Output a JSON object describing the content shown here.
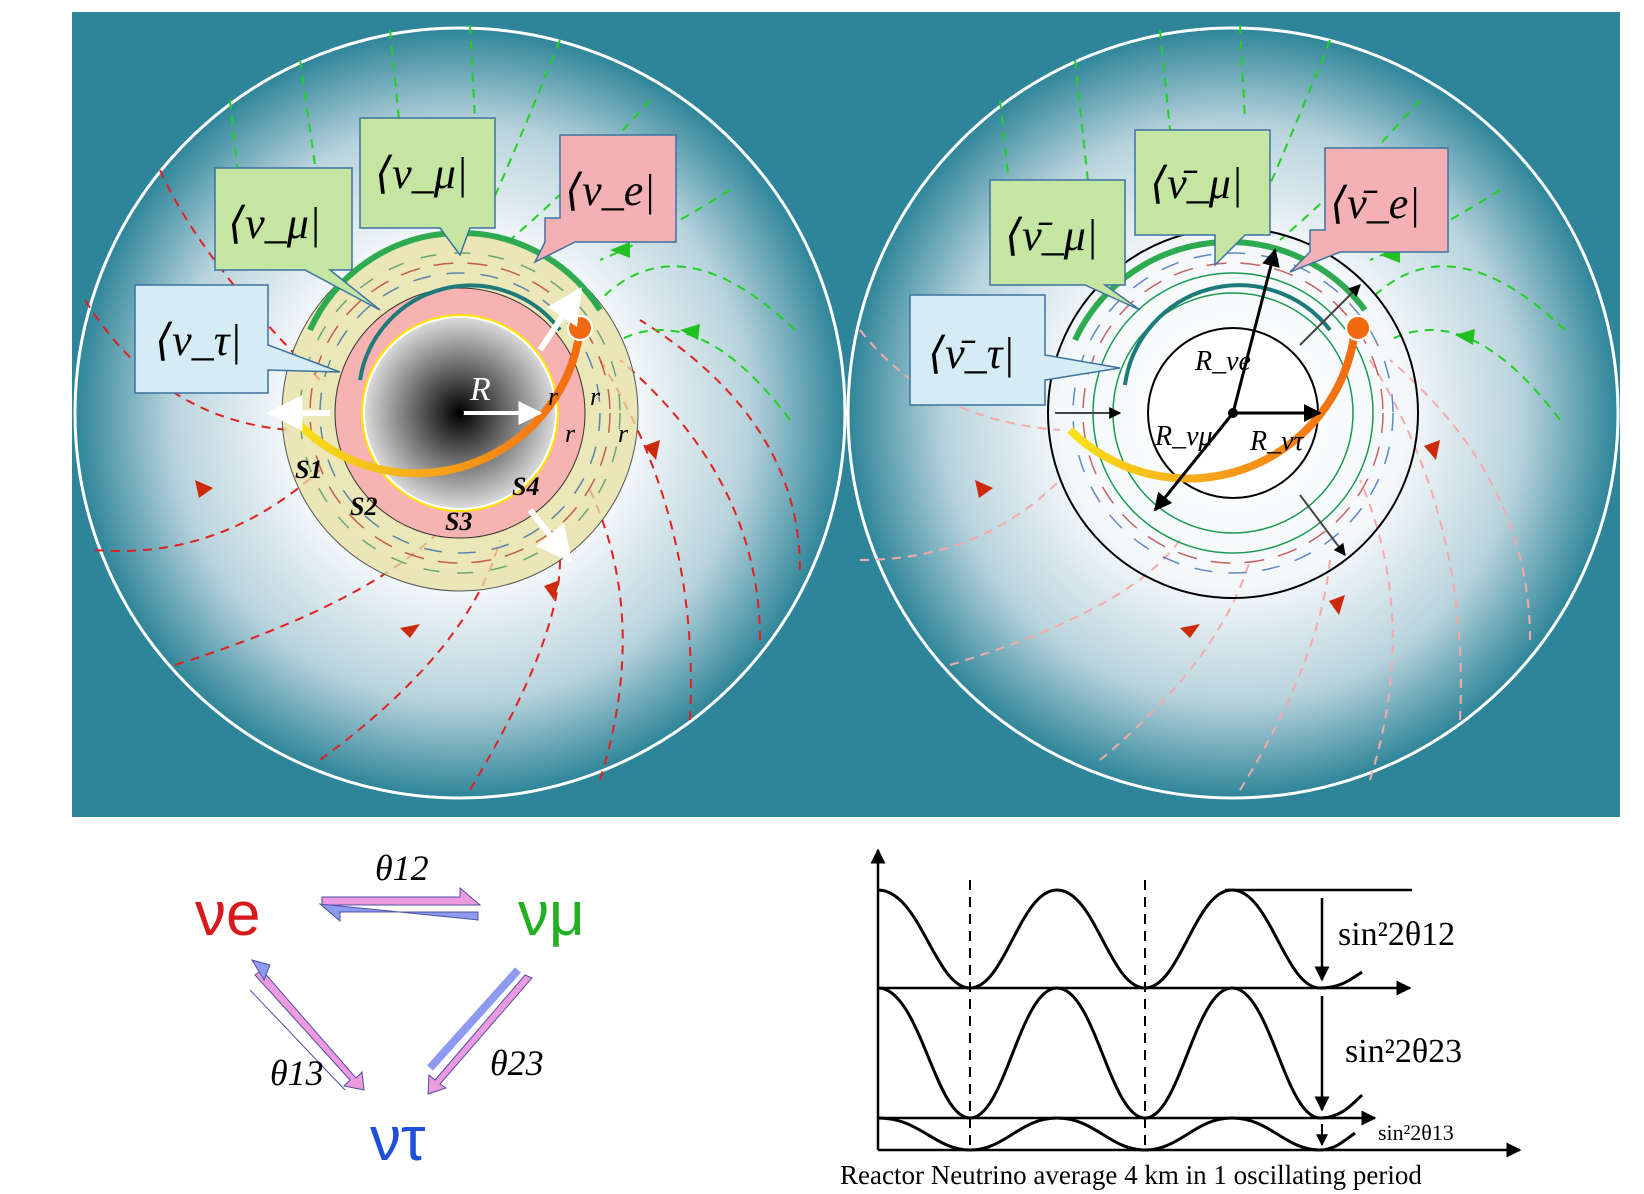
{
  "colors": {
    "panel_bg": "#2E8599",
    "electron_red": "#D7191C",
    "muon_green": "#22B022",
    "tau_blue": "#1E4FD8",
    "callout_green": "#C5E6A3",
    "callout_pink": "#F5B0B5",
    "callout_blue": "#D6ECF5"
  },
  "left_disk": {
    "label_mu_outer": "⟨ν_μ|",
    "label_mu_inner": "⟨ν_μ|",
    "label_e": "⟨ν_e|",
    "label_tau": "⟨ν_τ|",
    "radius_label": "R",
    "r_labels": [
      "r",
      "r",
      "r",
      "r"
    ],
    "sector_labels": [
      "S1",
      "S2",
      "S3",
      "S4"
    ]
  },
  "right_disk": {
    "label_mu_outer": "⟨ν̄_μ|",
    "label_mu_inner": "⟨ν̄_μ|",
    "label_e": "⟨ν̄_e|",
    "label_tau": "⟨ν̄_τ|",
    "r_e": "R_νe",
    "r_mu": "R_νμ",
    "r_tau": "R_ντ"
  },
  "triangle": {
    "nu_e": "νe",
    "nu_mu": "νμ",
    "nu_tau": "ντ",
    "theta12": "θ12",
    "theta13": "θ13",
    "theta23": "θ23"
  },
  "osc_plot": {
    "labels": [
      "sin²2θ12",
      "sin²2θ23",
      "sin²2θ13"
    ],
    "caption": "Reactor Neutrino average 4 km in 1 oscillating period"
  }
}
